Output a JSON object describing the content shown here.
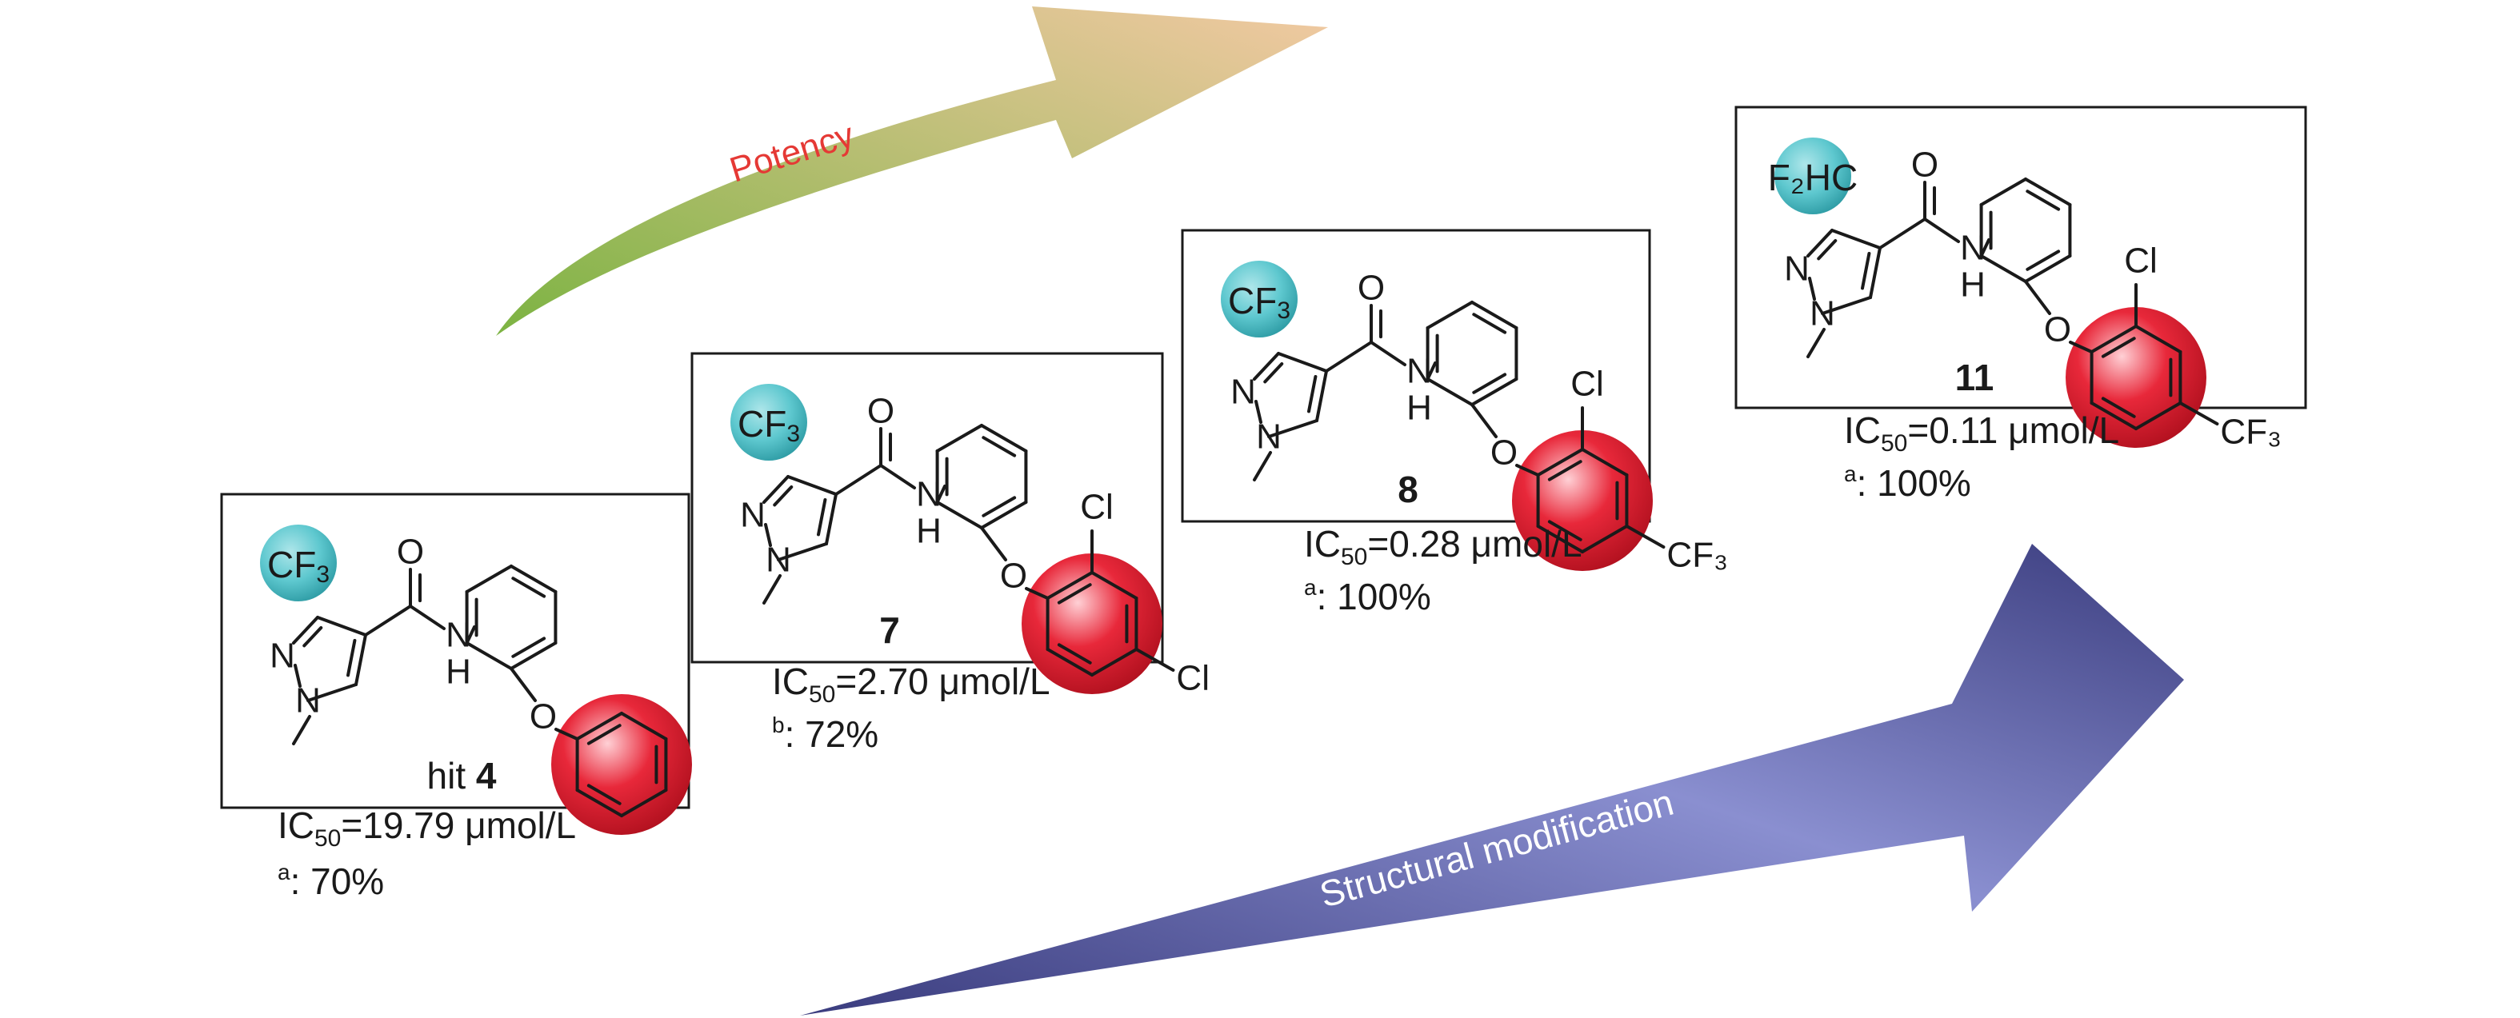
{
  "colors": {
    "potency_start": "#7cb342",
    "potency_end": "#f2c9a3",
    "potency_text": "#e53935",
    "structural_start": "#3a3c7e",
    "structural_mid": "#8a8fd0",
    "structural_text": "#ffffff",
    "cf3_highlight": "#5ec8cf",
    "aryl_highlight": "#e8283a",
    "ink": "#1a1a1a"
  },
  "arrows": {
    "potency": "Potency",
    "structural": "Structural modification"
  },
  "compounds": [
    {
      "id": "hit4",
      "label_prefix": "hit ",
      "label_bold": "4",
      "group_main": "CF",
      "group_sub": "3",
      "para_sub": "",
      "ortho_sub": "",
      "ic50_value": "=19.79 μmol/L",
      "note_mark": "a",
      "note_value": ": 70%"
    },
    {
      "id": "cmpd7",
      "label_prefix": "",
      "label_bold": "7",
      "group_main": "CF",
      "group_sub": "3",
      "para_sub": "Cl",
      "ortho_sub": "Cl",
      "ic50_value": "=2.70 μmol/L",
      "note_mark": "b",
      "note_value": ": 72%"
    },
    {
      "id": "cmpd8",
      "label_prefix": "",
      "label_bold": "8",
      "group_main": "CF",
      "group_sub": "3",
      "para_sub": "CF₃",
      "ortho_sub": "Cl",
      "ic50_value": "=0.28 μmol/L",
      "note_mark": "a",
      "note_value": ": 100%"
    },
    {
      "id": "cmpd11",
      "label_prefix": "",
      "label_bold": "11",
      "group_main": "F₂HC",
      "group_sub": "",
      "para_sub": "CF₃",
      "ortho_sub": "Cl",
      "ic50_value": "=0.11 μmol/L",
      "note_mark": "a",
      "note_value": ": 100%"
    }
  ],
  "atoms": {
    "n1": "N",
    "n2": "N",
    "o_carbonyl": "O",
    "nh_n": "N",
    "nh_h": "H",
    "o_ether": "O"
  },
  "ic50_main": "IC",
  "ic50_sub": "50"
}
